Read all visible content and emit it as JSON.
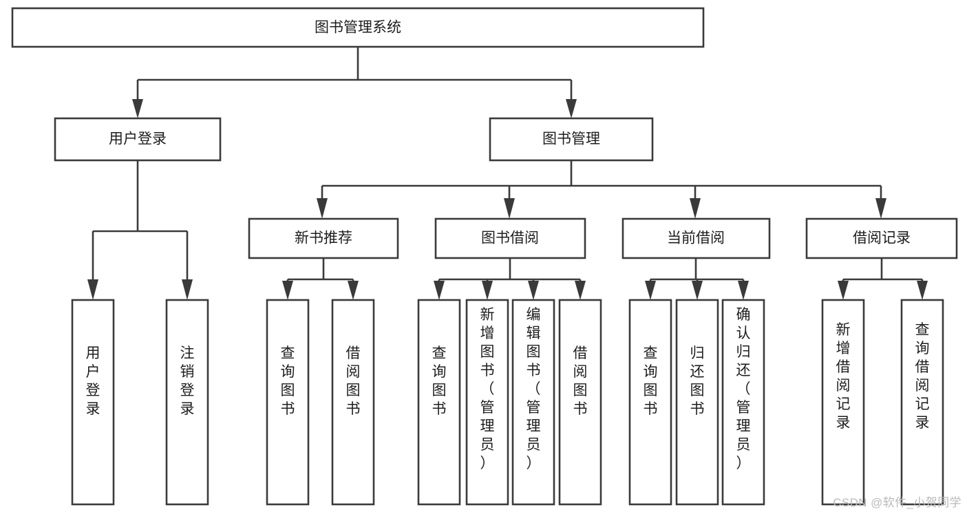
{
  "diagram": {
    "title": "图书管理系统",
    "type": "hierarchy-tree",
    "watermark": "CSDN @软件_小贺同学",
    "colors": {
      "stroke": "#3a3a3a",
      "box_fill": "#ffffff",
      "text": "#1d1d1d",
      "watermark": "#b9b9b9",
      "background": "#ffffff"
    },
    "levels": [
      {
        "level": 1,
        "nodes": [
          {
            "id": "root",
            "label": "图书管理系统",
            "orientation": "horizontal"
          }
        ]
      },
      {
        "level": 2,
        "nodes": [
          {
            "id": "user-login",
            "label": "用户登录",
            "orientation": "horizontal",
            "parent": "root"
          },
          {
            "id": "book-manage",
            "label": "图书管理",
            "orientation": "horizontal",
            "parent": "root"
          }
        ]
      },
      {
        "level": 3,
        "nodes": [
          {
            "id": "new-book-rec",
            "label": "新书推荐",
            "orientation": "horizontal",
            "parent": "book-manage"
          },
          {
            "id": "book-borrow",
            "label": "图书借阅",
            "orientation": "horizontal",
            "parent": "book-manage"
          },
          {
            "id": "current-borrow",
            "label": "当前借阅",
            "orientation": "horizontal",
            "parent": "book-manage"
          },
          {
            "id": "borrow-record",
            "label": "借阅记录",
            "orientation": "horizontal",
            "parent": "book-manage"
          }
        ]
      },
      {
        "level": 4,
        "nodes": [
          {
            "id": "leaf-user-login",
            "label": "用户登录",
            "orientation": "vertical",
            "parent": "user-login"
          },
          {
            "id": "leaf-logout",
            "label": "注销登录",
            "orientation": "vertical",
            "parent": "user-login"
          },
          {
            "id": "leaf-query-book-1",
            "label": "查询图书",
            "orientation": "vertical",
            "parent": "new-book-rec"
          },
          {
            "id": "leaf-borrow-book-1",
            "label": "借阅图书",
            "orientation": "vertical",
            "parent": "new-book-rec"
          },
          {
            "id": "leaf-query-book-2",
            "label": "查询图书",
            "orientation": "vertical",
            "parent": "book-borrow"
          },
          {
            "id": "leaf-add-book",
            "label": "新增图书（管理员）",
            "orientation": "vertical",
            "parent": "book-borrow"
          },
          {
            "id": "leaf-edit-book",
            "label": "编辑图书（管理员）",
            "orientation": "vertical",
            "parent": "book-borrow"
          },
          {
            "id": "leaf-borrow-book-2",
            "label": "借阅图书",
            "orientation": "vertical",
            "parent": "book-borrow"
          },
          {
            "id": "leaf-query-book-3",
            "label": "查询图书",
            "orientation": "vertical",
            "parent": "current-borrow"
          },
          {
            "id": "leaf-return-book",
            "label": "归还图书",
            "orientation": "vertical",
            "parent": "current-borrow"
          },
          {
            "id": "leaf-confirm-return",
            "label": "确认归还（管理员）",
            "orientation": "vertical",
            "parent": "current-borrow"
          },
          {
            "id": "leaf-add-record",
            "label": "新增借阅记录",
            "orientation": "vertical",
            "parent": "borrow-record"
          },
          {
            "id": "leaf-query-record",
            "label": "查询借阅记录",
            "orientation": "vertical",
            "parent": "borrow-record"
          }
        ]
      }
    ]
  }
}
